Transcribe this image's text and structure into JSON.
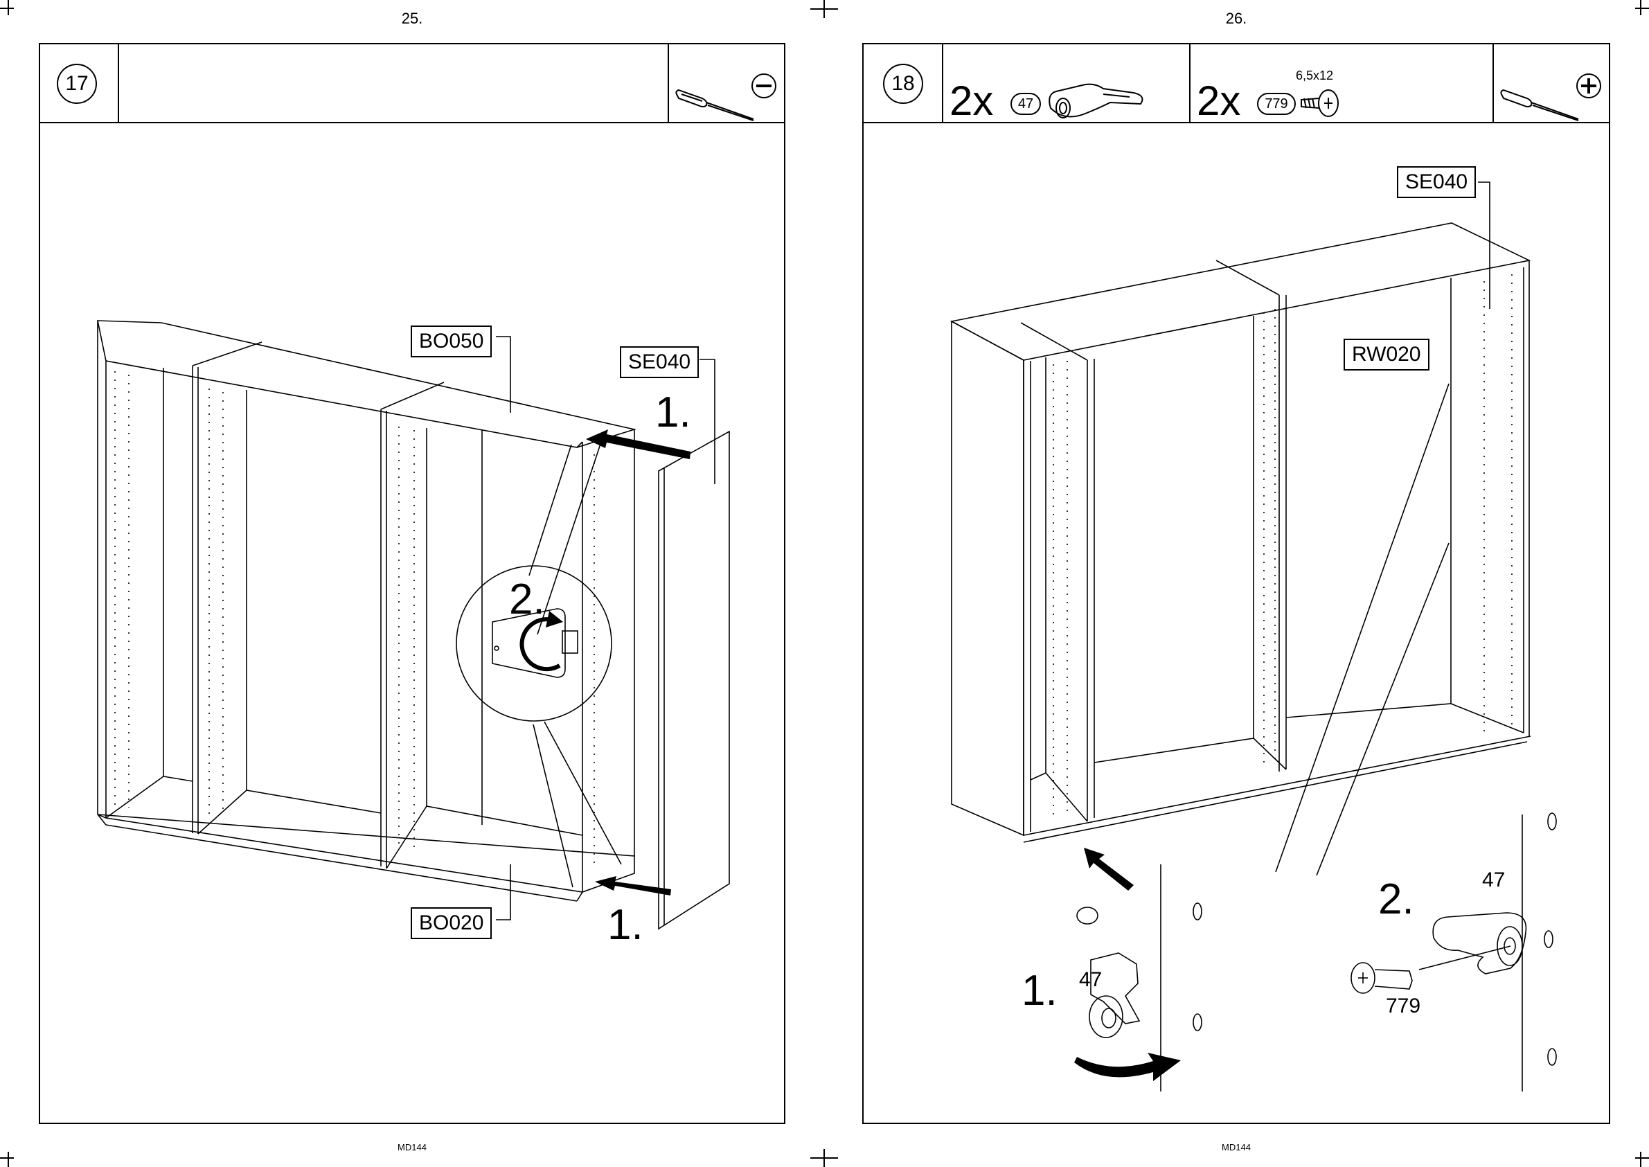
{
  "left_page": {
    "page_number": "25.",
    "footer": "MD144",
    "step": {
      "number": "17",
      "tool": "flathead-screwdriver-icon",
      "labels": {
        "top_panel": "BO050",
        "side_panel": "SE040",
        "bottom_panel": "BO020"
      },
      "sequence": {
        "first_top": "1.",
        "first_bottom": "1.",
        "second": "2."
      }
    }
  },
  "right_page": {
    "page_number": "26.",
    "footer": "MD144",
    "step": {
      "number": "18",
      "parts": [
        {
          "qty": "2x",
          "part_no": "47",
          "icon": "bracket-icon"
        },
        {
          "qty": "2x",
          "part_no": "779",
          "icon": "screw-icon",
          "size": "6,5x12"
        }
      ],
      "tool": "phillips-screwdriver-icon",
      "labels": {
        "side_panel": "SE040",
        "back_wall": "RW020"
      },
      "detail": {
        "step1": "1.",
        "step1_part": "47",
        "step2": "2.",
        "step2_bracket": "47",
        "step2_screw": "779"
      }
    }
  }
}
